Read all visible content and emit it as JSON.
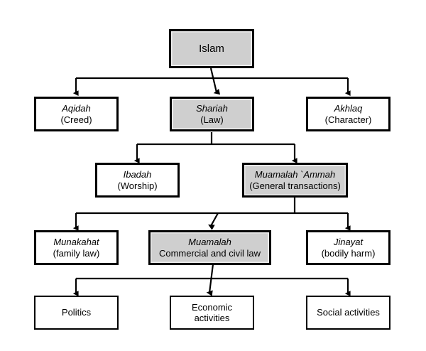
{
  "diagram": {
    "title_node": {
      "name": "islam",
      "lines": [
        "Islam"
      ],
      "shaded": true
    },
    "level2": [
      {
        "name": "aqidah",
        "lines": [
          "Aqidah",
          "(Creed)"
        ],
        "shaded": false
      },
      {
        "name": "shariah",
        "lines": [
          "Shariah",
          "(Law)"
        ],
        "shaded": true
      },
      {
        "name": "akhlaq",
        "lines": [
          "Akhlaq",
          "(Character)"
        ],
        "shaded": false
      }
    ],
    "level3": [
      {
        "name": "ibadah",
        "lines": [
          "Ibadah",
          "(Worship)"
        ],
        "shaded": false
      },
      {
        "name": "muamalah-ammah",
        "lines": [
          "Muamalah  `Ammah",
          "(General transactions)"
        ],
        "shaded": true
      }
    ],
    "level4": [
      {
        "name": "munakahat",
        "lines": [
          "Munakahat",
          "(family law)"
        ],
        "shaded": false
      },
      {
        "name": "muamalah",
        "lines": [
          "Muamalah",
          "Commercial and civil law"
        ],
        "shaded": true
      },
      {
        "name": "jinayat",
        "lines": [
          "Jinayat",
          "(bodily harm)"
        ],
        "shaded": false
      }
    ],
    "level5": [
      {
        "name": "politics",
        "lines": [
          "Politics"
        ],
        "shaded": false
      },
      {
        "name": "economic-activities",
        "lines": [
          "Economic",
          "activities"
        ],
        "shaded": false
      },
      {
        "name": "social-activities",
        "lines": [
          "Social activities"
        ],
        "shaded": false
      }
    ],
    "colors": {
      "shaded_fill": "#cfcfcf",
      "plain_fill": "#ffffff",
      "stroke": "#000000",
      "background": "#ffffff"
    }
  }
}
